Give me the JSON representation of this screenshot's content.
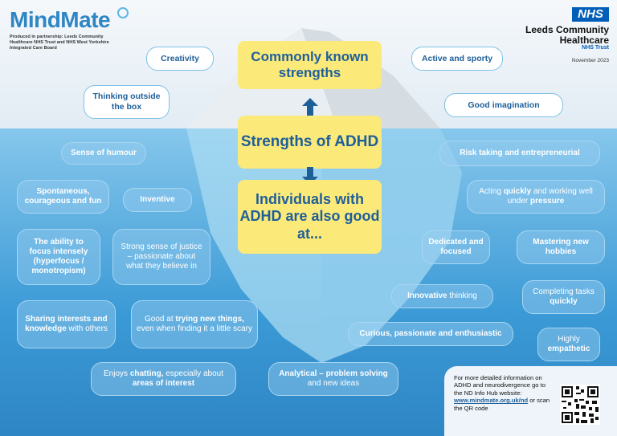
{
  "header": {
    "logo": "MindMate",
    "partnership": "Produced in partnership: Leeds Community Healthcare NHS Trust and NHS West Yorkshire Integrated Care Board",
    "nhs": "NHS",
    "trust_name": "Leeds Community Healthcare",
    "trust_sub": "NHS Trust",
    "date": "November 2023"
  },
  "center": {
    "commonly": "Commonly known strengths",
    "strengths": "Strengths of ADHD",
    "individuals": "Individuals with ADHD are also good at..."
  },
  "sky": {
    "creativity": "Creativity",
    "thinking": "Thinking outside the box",
    "active": "Active and sporty",
    "imagination": "Good imagination"
  },
  "sea": {
    "humour": "Sense of humour",
    "spontaneous": "Spontaneous, courageous and fun",
    "inventive": "Inventive",
    "focus": "The ability to focus intensely (hyperfocus / monotropism)",
    "justice_bold": "Strong sense of justice – passionate",
    "justice_rest": "about what they believe in",
    "sharing": "Sharing interests and knowledge",
    "sharing_rest": "with others",
    "trying_a": "Good at",
    "trying_b": "trying new things,",
    "trying_c": "even when finding it a little scary",
    "chatting_a": "Enjoys",
    "chatting_b": "chatting,",
    "chatting_c": "especially about",
    "chatting_d": "areas of interest",
    "analytical_a": "Analytical – problem solving",
    "analytical_b": "and new ideas",
    "risk": "Risk taking and entrepreneurial",
    "acting_a": "Acting",
    "acting_b": "quickly",
    "acting_c": "and working well under",
    "acting_d": "pressure",
    "dedicated": "Dedicated and focused",
    "mastering": "Mastering new hobbies",
    "innovative_a": "Innovative",
    "innovative_b": "thinking",
    "completing_a": "Completing tasks",
    "completing_b": "quickly",
    "curious": "Curious, passionate and enthusiastic",
    "empathetic_a": "Highly",
    "empathetic_b": "empathetic"
  },
  "info": {
    "line1": "For more detailed information on ADHD and neurodivergence go to the ND Info Hub website:",
    "link": "www.mindmate.org.uk/nd",
    "line2": "or scan the QR code"
  },
  "colors": {
    "brand_blue": "#2e86c4",
    "yellow": "#fbe97a",
    "nhs_blue": "#005eb8"
  }
}
